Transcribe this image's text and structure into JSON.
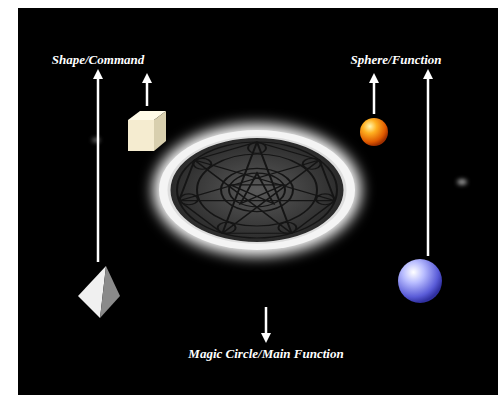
{
  "diagram": {
    "labels": [
      "Shape/Command",
      "Sphere/Function",
      "Magic Circle/Main Function"
    ]
  }
}
